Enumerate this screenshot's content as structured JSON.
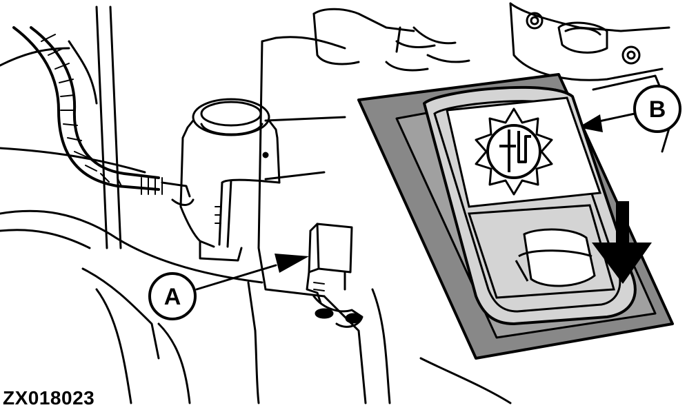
{
  "figure": {
    "id": "ZX018023",
    "callouts": [
      {
        "key": "a",
        "label": "A"
      },
      {
        "key": "b",
        "label": "B"
      }
    ]
  },
  "colors": {
    "ink": "#000000",
    "paper": "#ffffff",
    "highlight_panel": "#888888",
    "switch_face": "#d4d4d4"
  },
  "icons": {
    "switch_symbol": "fuel-shutoff-symbol-icon",
    "press_direction": "down-arrow-icon"
  }
}
